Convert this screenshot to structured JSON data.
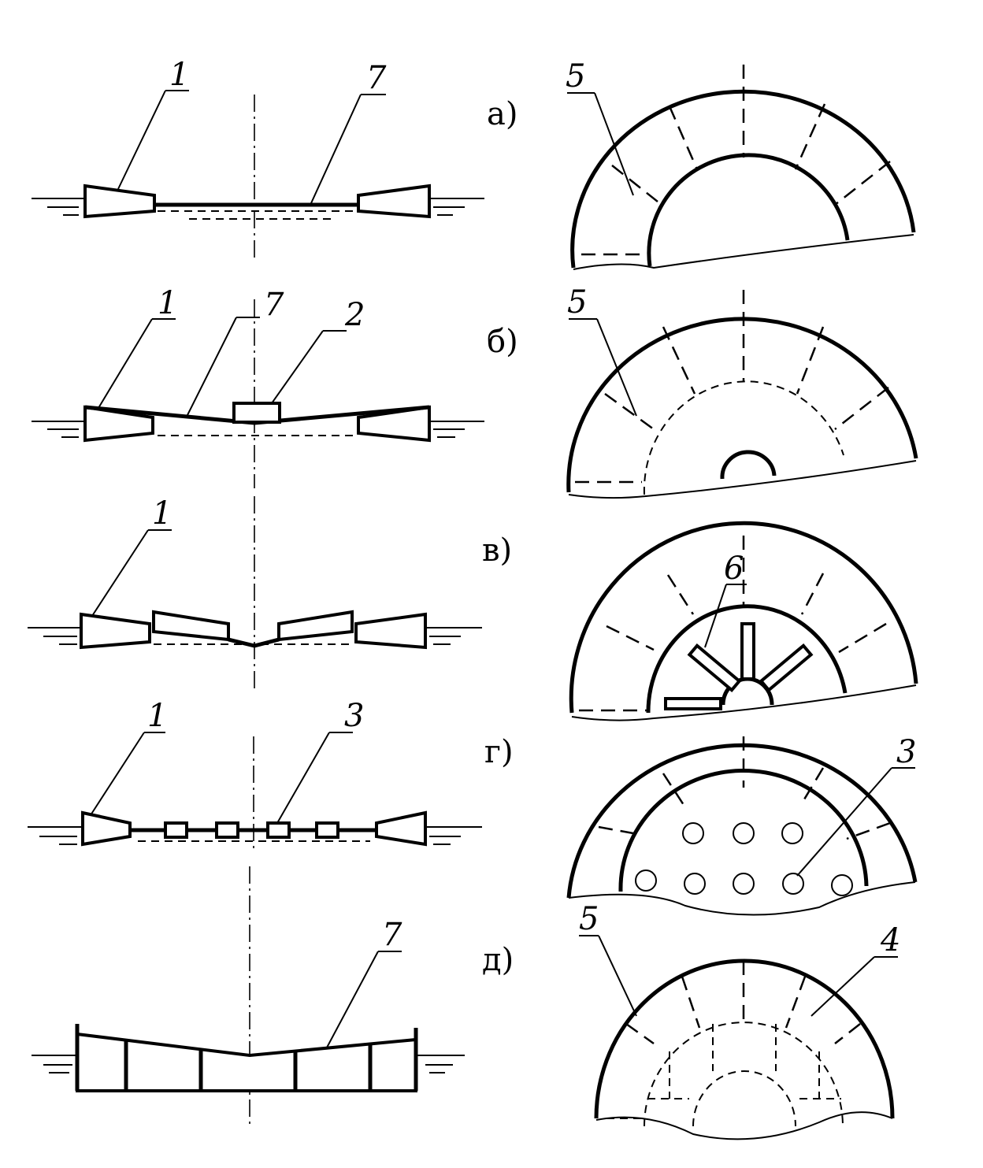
{
  "figure": {
    "panels": [
      {
        "id": "a",
        "label": "а)",
        "callouts": [
          "1",
          "7",
          "5"
        ]
      },
      {
        "id": "b",
        "label": "б)",
        "callouts": [
          "1",
          "7",
          "2",
          "5"
        ]
      },
      {
        "id": "v",
        "label": "в)",
        "callouts": [
          "1",
          "6"
        ]
      },
      {
        "id": "g",
        "label": "г)",
        "callouts": [
          "1",
          "3",
          "3"
        ]
      },
      {
        "id": "d",
        "label": "д)",
        "callouts": [
          "7",
          "5",
          "4"
        ]
      }
    ]
  }
}
